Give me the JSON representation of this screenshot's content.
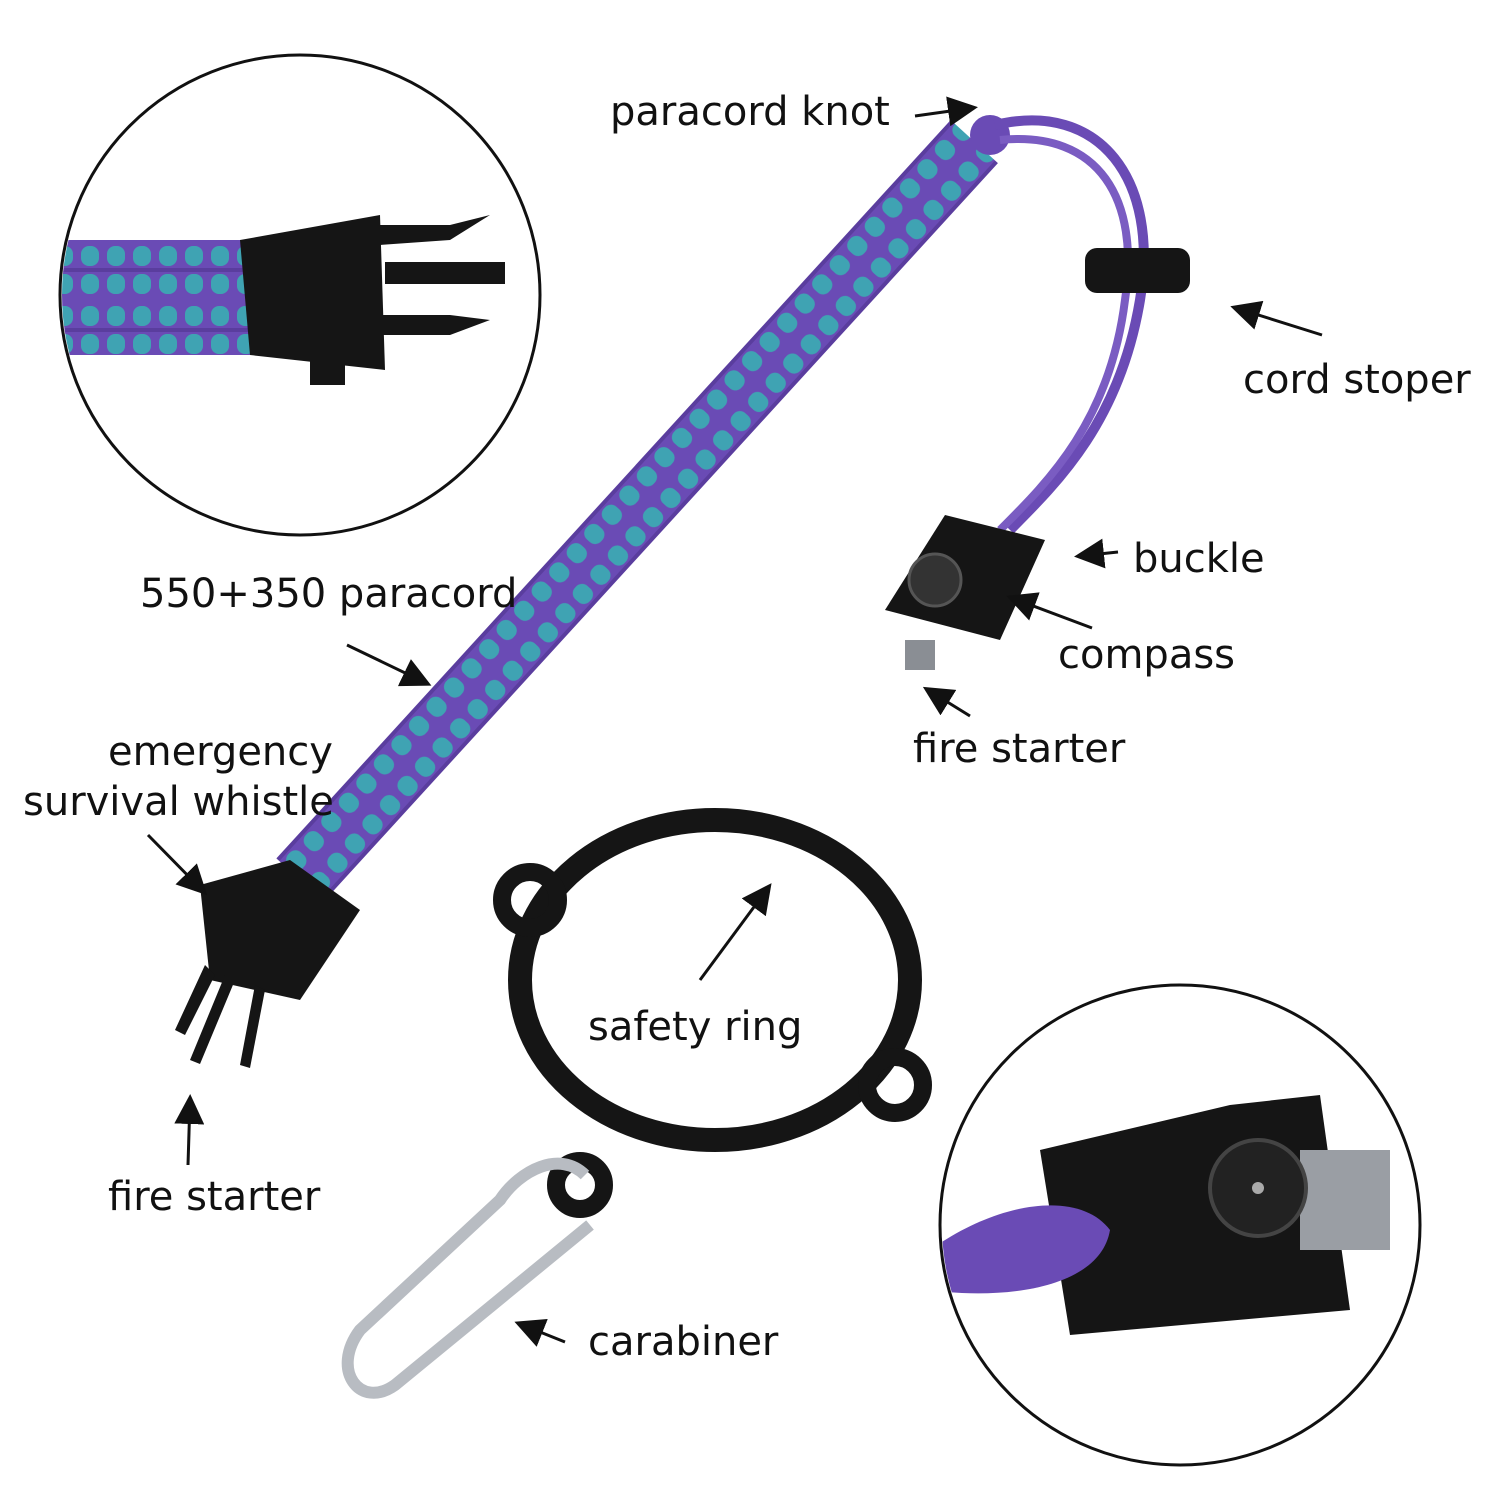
{
  "labels": {
    "paracord_knot": "paracord knot",
    "cord_stoper": "cord stoper",
    "buckle": "buckle",
    "compass": "compass",
    "fire_starter_right": "fire starter",
    "paracord": "550+350 paracord",
    "whistle_line1": "emergency",
    "whistle_line2": "survival whistle",
    "fire_starter_left": "fire starter",
    "safety_ring": "safety ring",
    "carabiner": "carabiner"
  },
  "colors": {
    "purple": "#6a4bb5",
    "teal": "#3fa3b3",
    "black": "#151515",
    "metal": "#b8bcc2"
  }
}
